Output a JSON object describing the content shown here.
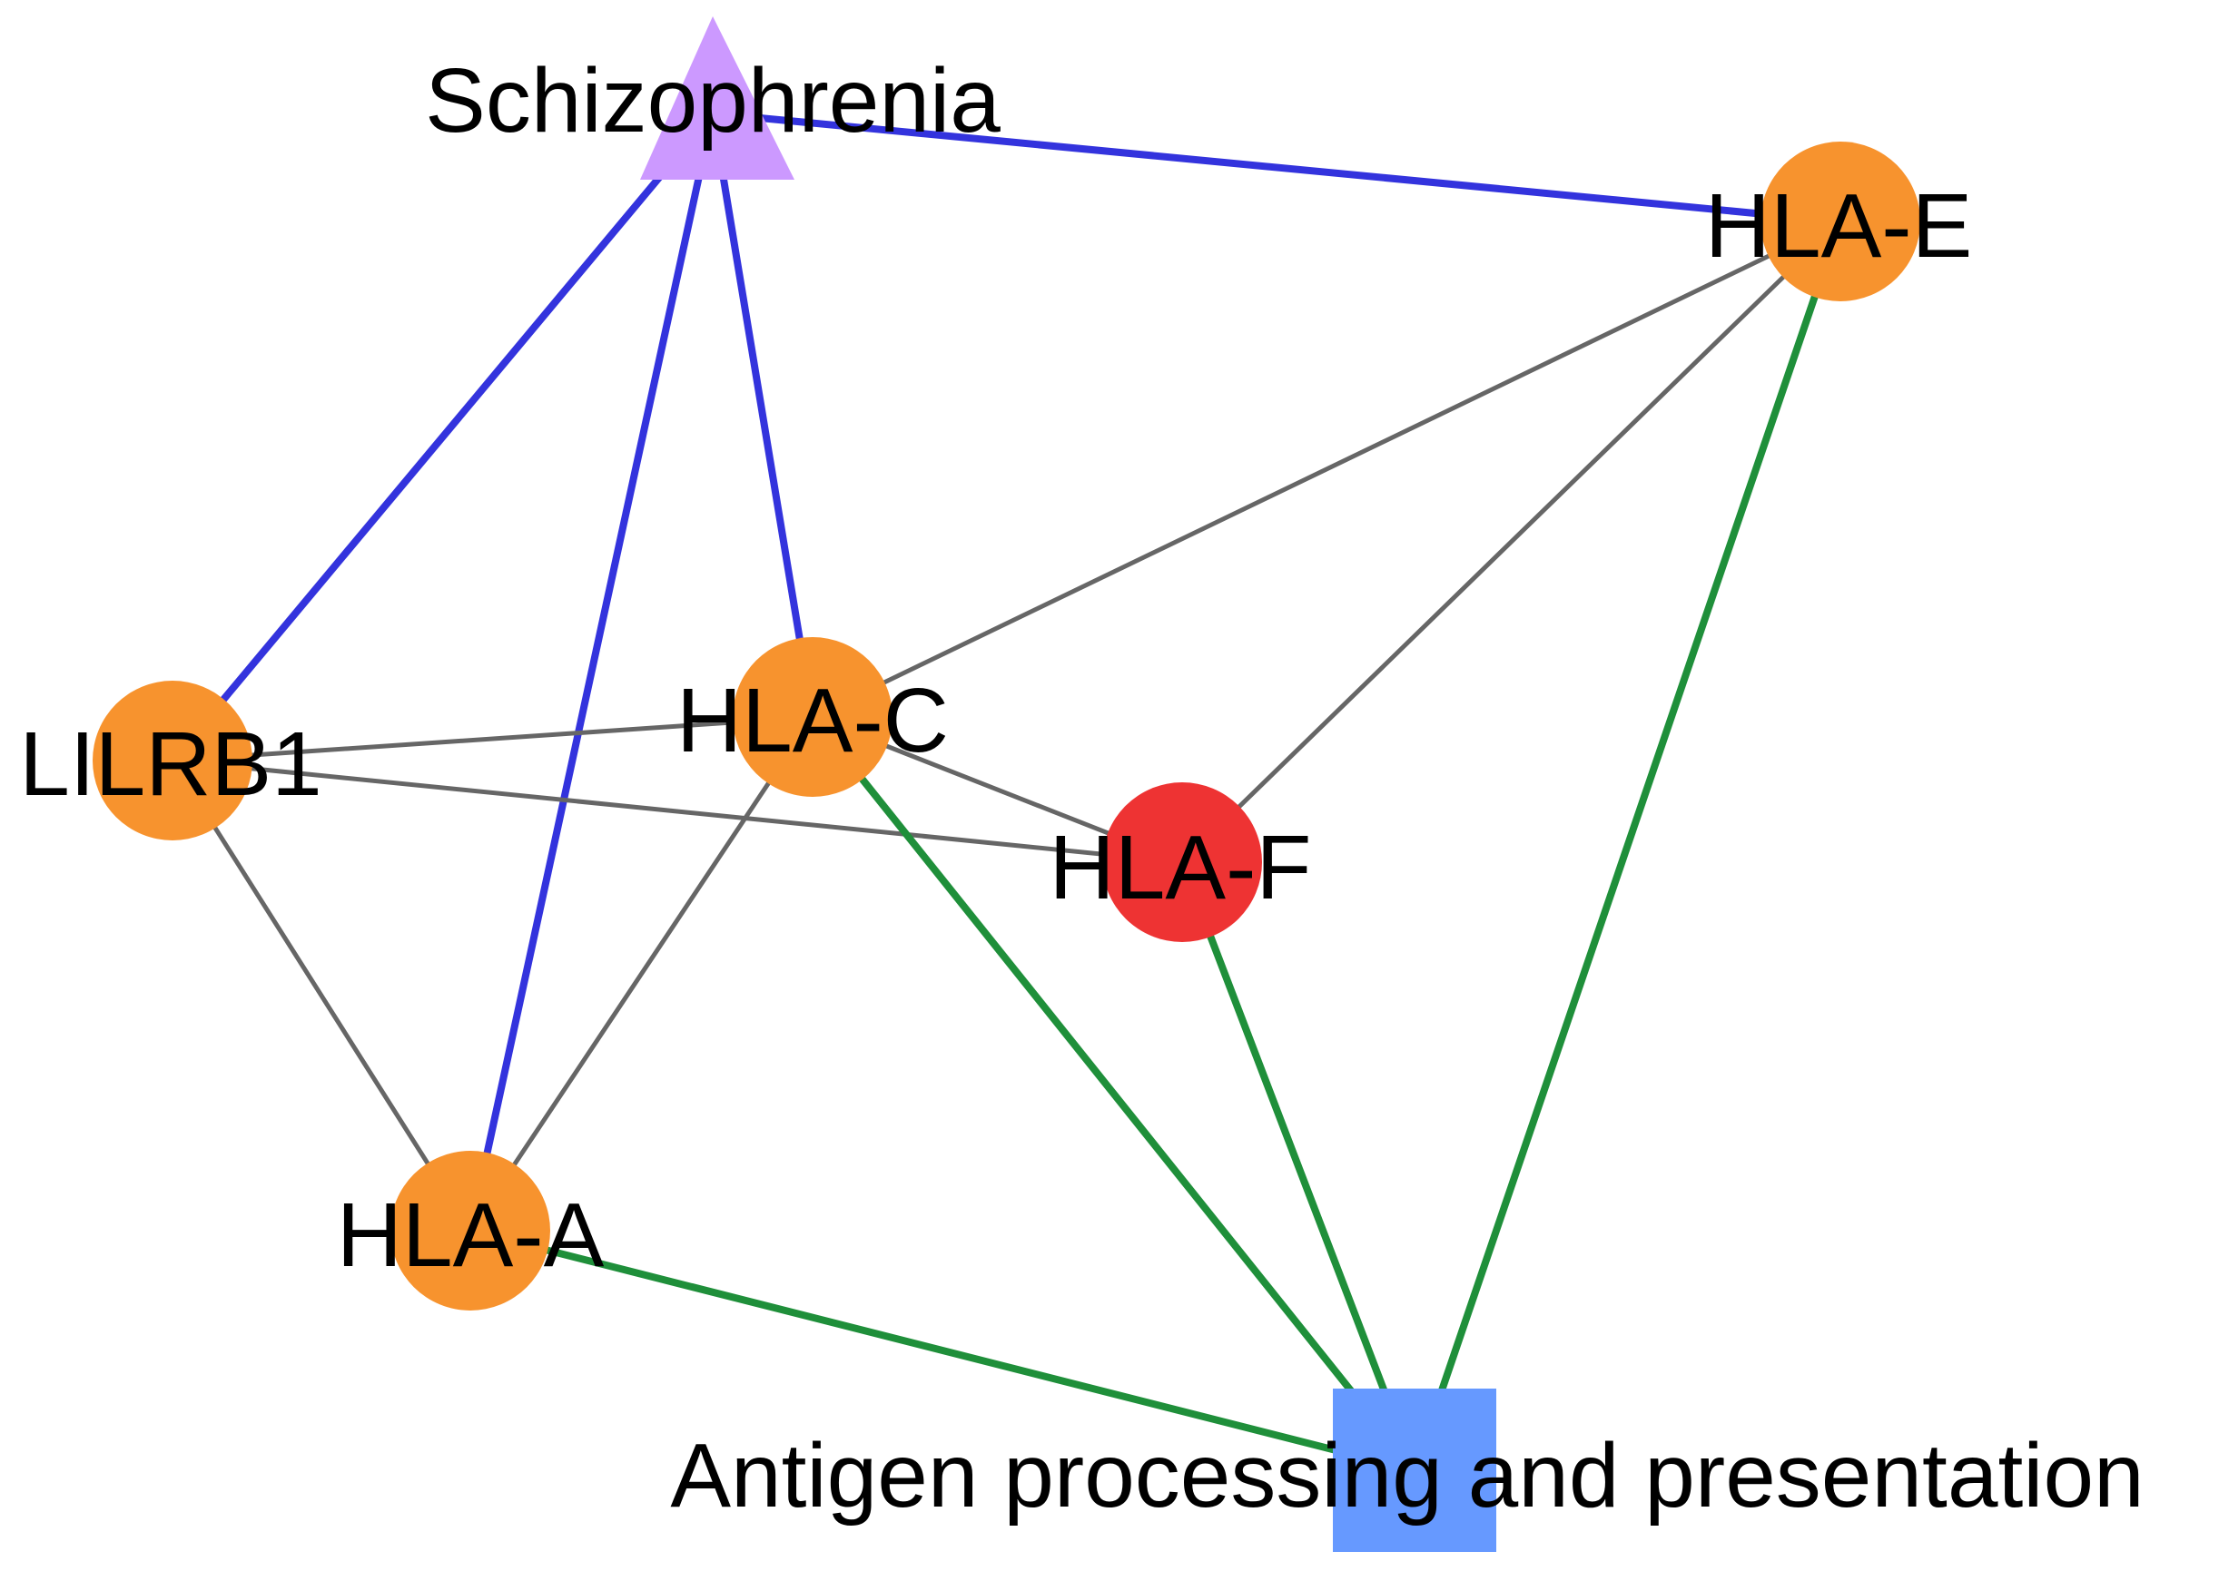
{
  "colors": {
    "disease_node": "#cc99ff",
    "gene_node": "#f7932e",
    "highlight_gene_node": "#ee3333",
    "pathway_node": "#6699ff",
    "disease_edge": "#3333dd",
    "pathway_edge": "#1f8f3a",
    "interaction_edge": "#666666",
    "label_text": "#000000",
    "background": "#ffffff"
  },
  "nodes": {
    "schizophrenia": {
      "label": "Schizophrenia",
      "type": "disease",
      "shape": "triangle"
    },
    "hla_e": {
      "label": "HLA-E",
      "type": "gene",
      "shape": "circle"
    },
    "lilrb1": {
      "label": "LILRB1",
      "type": "gene",
      "shape": "circle"
    },
    "hla_c": {
      "label": "HLA-C",
      "type": "gene",
      "shape": "circle"
    },
    "hla_f": {
      "label": "HLA-F",
      "type": "highlight_gene",
      "shape": "circle"
    },
    "hla_a": {
      "label": "HLA-A",
      "type": "gene",
      "shape": "circle"
    },
    "antigen": {
      "label": "Antigen processing and presentation",
      "type": "pathway",
      "shape": "square"
    }
  },
  "edges": [
    {
      "from": "schizophrenia",
      "to": "hla_e",
      "type": "disease"
    },
    {
      "from": "schizophrenia",
      "to": "lilrb1",
      "type": "disease"
    },
    {
      "from": "schizophrenia",
      "to": "hla_a",
      "type": "disease"
    },
    {
      "from": "schizophrenia",
      "to": "hla_c",
      "type": "disease"
    },
    {
      "from": "lilrb1",
      "to": "hla_c",
      "type": "interaction"
    },
    {
      "from": "lilrb1",
      "to": "hla_f",
      "type": "interaction"
    },
    {
      "from": "lilrb1",
      "to": "hla_a",
      "type": "interaction"
    },
    {
      "from": "hla_c",
      "to": "hla_f",
      "type": "interaction"
    },
    {
      "from": "hla_c",
      "to": "hla_e",
      "type": "interaction"
    },
    {
      "from": "hla_c",
      "to": "hla_a",
      "type": "interaction"
    },
    {
      "from": "hla_f",
      "to": "hla_e",
      "type": "interaction"
    },
    {
      "from": "hla_a",
      "to": "antigen",
      "type": "pathway"
    },
    {
      "from": "hla_c",
      "to": "antigen",
      "type": "pathway"
    },
    {
      "from": "hla_f",
      "to": "antigen",
      "type": "pathway"
    },
    {
      "from": "hla_e",
      "to": "antigen",
      "type": "pathway"
    }
  ]
}
